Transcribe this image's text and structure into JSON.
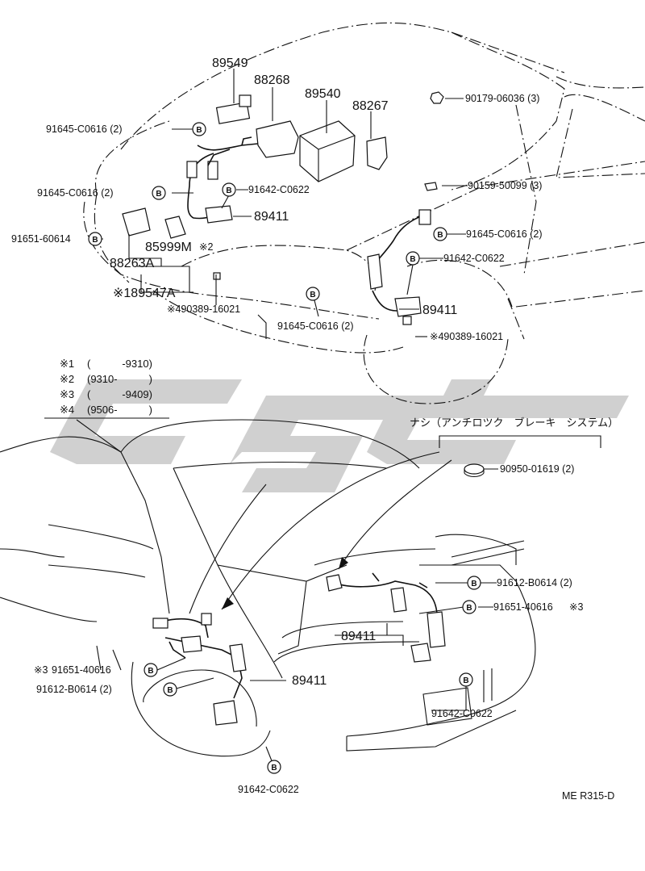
{
  "drawing_code": "ME R315-D",
  "watermark": "cgsc",
  "abs_note": "ナシ（アンチロツク　ブレーキ　システム）",
  "legend": [
    {
      "mark": "※1",
      "range": "(　　　-9310)"
    },
    {
      "mark": "※2",
      "range": "(9310-　　　)"
    },
    {
      "mark": "※3",
      "range": "(　　　-9409)"
    },
    {
      "mark": "※4",
      "range": "(9506-　　　)"
    }
  ],
  "bolt_symbol": "B",
  "parts_front": {
    "p89549": "89549",
    "p88268": "88268",
    "p89540": "89540",
    "p88267": "88267",
    "p90179": "90179-06036 (3)",
    "p91645_a": "91645-C0616 (2)",
    "p90159": "90159-50099 (3)",
    "p91645_b": "91645-C0616 (2)",
    "p91642_a": "91642-C0622",
    "p89411_a": "89411",
    "p91651_a": "91651-60614",
    "p85999": "85999M",
    "p85999_mark": "※2",
    "p88263": "88263A",
    "p89547": "※189547A",
    "p90389_a": "※490389-16021",
    "p91645_c": "91645-C0616 (2)",
    "p91642_b": "91642-C0622",
    "p89411_b": "89411",
    "p90389_b": "※490389-16021",
    "p91645_d": "91645-C0616 (2)"
  },
  "parts_rear": {
    "p90950": "90950-01619 (2)",
    "p91612_a": "91612-B0614 (2)",
    "p91651_b": "91651-40616",
    "p91651_b_mark": "※3",
    "p89411_c": "89411",
    "p91651_c_mark": "※3",
    "p91651_c": "91651-40616",
    "p89411_d": "89411",
    "p91612_b": "91612-B0614 (2)",
    "p91642_c": "91642-C0622",
    "p91642_d": "91642-C0622"
  }
}
